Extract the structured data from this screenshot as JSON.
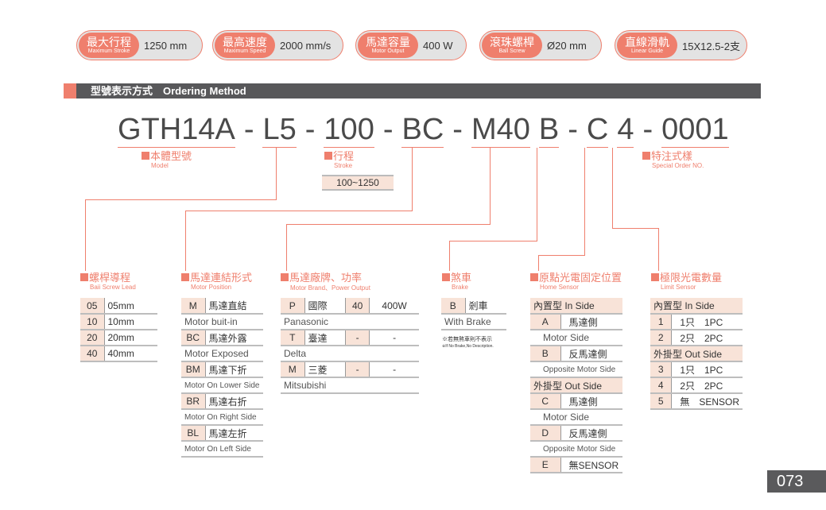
{
  "specs": [
    {
      "zh": "最大行程",
      "en": "Maximum Stroke",
      "value": "1250 mm"
    },
    {
      "zh": "最高速度",
      "en": "Maximum Speed",
      "value": "2000 mm/s"
    },
    {
      "zh": "馬達容量",
      "en": "Motor Output",
      "value": "400 W"
    },
    {
      "zh": "滾珠螺桿",
      "en": "Ball Screw",
      "value": "Ø20 mm"
    },
    {
      "zh": "直線滑軌",
      "en": "Linear Guide",
      "value": "15X12.5-2支"
    }
  ],
  "header": "型號表示方式　Ordering Method",
  "code": {
    "parts": [
      "GTH14A",
      "-",
      "L5",
      "-",
      "100",
      "-",
      "BC",
      "-",
      "M40",
      "B",
      "-",
      "C",
      "4",
      "-",
      "0001"
    ]
  },
  "labels": {
    "model": {
      "zh": "本體型號",
      "en": "Model"
    },
    "stroke": {
      "zh": "行程",
      "en": "Stroke",
      "range": "100~1250"
    },
    "special": {
      "zh": "特注式樣",
      "en": "Special Order NO."
    },
    "lead": {
      "zh": "螺桿導程",
      "en": "Baii Screw Lead"
    },
    "position": {
      "zh": "馬達連結形式",
      "en": "Motor Position"
    },
    "brand": {
      "zh": "馬達廠牌、功率",
      "en": "Motor Brand、Power Output"
    },
    "brake": {
      "zh": "煞車",
      "en": "Brake"
    },
    "home": {
      "zh": "原點光電固定位置",
      "en": "Home Sensor"
    },
    "limit": {
      "zh": "極限光電數量",
      "en": "Limit Sensor"
    }
  },
  "lead_table": [
    [
      "05",
      "05mm"
    ],
    [
      "10",
      "10mm"
    ],
    [
      "20",
      "20mm"
    ],
    [
      "40",
      "40mm"
    ]
  ],
  "position_table": [
    {
      "code": "M",
      "zh": "馬達直結",
      "en": "Motor buit-in"
    },
    {
      "code": "BC",
      "zh": "馬達外露",
      "en": "Motor Exposed"
    },
    {
      "code": "BM",
      "zh": "馬達下折",
      "en": "Motor On Lower Side"
    },
    {
      "code": "BR",
      "zh": "馬達右折",
      "en": "Motor On Right Side"
    },
    {
      "code": "BL",
      "zh": "馬達左折",
      "en": "Motor On Left Side"
    }
  ],
  "brand_table": [
    {
      "code": "P",
      "zh": "國際",
      "pcode": "40",
      "power": "400W",
      "en": "Panasonic"
    },
    {
      "code": "T",
      "zh": "臺達",
      "pcode": "-",
      "power": "-",
      "en": "Delta"
    },
    {
      "code": "M",
      "zh": "三菱",
      "pcode": "-",
      "power": "-",
      "en": "Mitsubishi"
    }
  ],
  "brake_table": {
    "code": "B",
    "zh": "剎車",
    "en": "With Brake",
    "note_zh": "※若無煞車則不表示",
    "note_en": "※If No Brake,No Description."
  },
  "home_table": [
    {
      "group": "內置型 In Side"
    },
    {
      "code": "A",
      "zh": "馬達側",
      "en": "Motor Side"
    },
    {
      "code": "B",
      "zh": "反馬達側",
      "en": "Opposite Motor Side"
    },
    {
      "group": "外掛型 Out Side"
    },
    {
      "code": "C",
      "zh": "馬達側",
      "en": "Motor Side"
    },
    {
      "code": "D",
      "zh": "反馬達側",
      "en": "Opposite Motor Side"
    },
    {
      "code": "E",
      "zh": "無SENSOR"
    }
  ],
  "limit_table": [
    {
      "group": "內置型 In Side"
    },
    {
      "code": "1",
      "zh": "1只　1PC"
    },
    {
      "code": "2",
      "zh": "2只　2PC"
    },
    {
      "group": "外掛型 Out Side"
    },
    {
      "code": "3",
      "zh": "1只　1PC"
    },
    {
      "code": "4",
      "zh": "2只　2PC"
    },
    {
      "code": "5",
      "zh": "無　SENSOR"
    }
  ],
  "page_number": "073",
  "colors": {
    "accent": "#ef7f6d",
    "bar": "#58585a",
    "cell": "#f8e3d8"
  }
}
